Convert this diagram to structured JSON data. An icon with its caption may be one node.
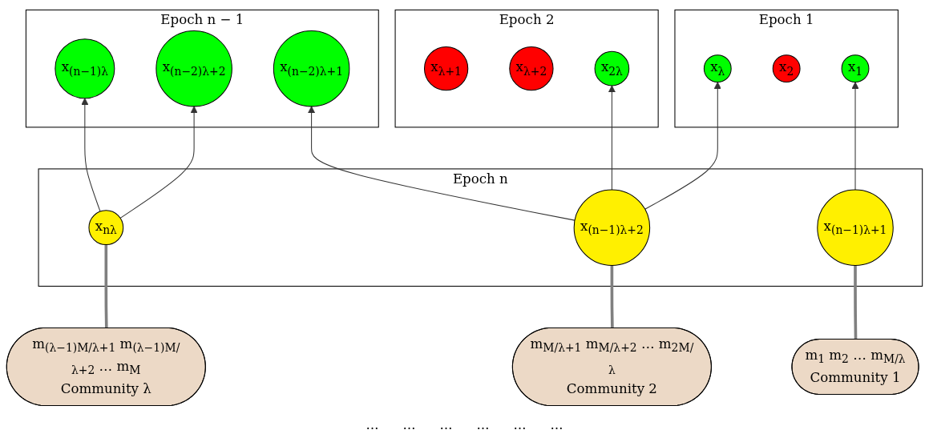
{
  "diagram": {
    "nodes": [
      {
        "text": [
          "Epoch 1"
        ]
      },
      {
        "text": [
          "x$_{1}$"
        ],
        "in": 0
      },
      {
        "text": [
          "x$_{2}$"
        ],
        "in": 0
      },
      {
        "text": [
          "x$_{λ}$"
        ],
        "in": 0
      },
      {
        "text": [
          "Epoch 2"
        ]
      },
      {
        "text": [
          "x$_{λ+1}$"
        ],
        "in": 4
      },
      {
        "text": [
          "x$_{λ+2}$"
        ],
        "in": 4
      },
      {
        "text": [
          "x$_{2λ}$"
        ],
        "in": 4
      },
      {
        "text": [
          "Epoch n − 1"
        ]
      },
      {
        "text": [
          "x$_{(n−2)λ+1}$"
        ],
        "in": 8
      },
      {
        "text": [
          "x$_{(n−2)λ+2}$"
        ],
        "in": 8
      },
      {
        "text": [
          "x$_{(n−1)λ}$"
        ],
        "in": 8
      },
      {
        "text": [
          "Epoch n"
        ]
      },
      {
        "text": [
          "x$_{(n−1)λ+1}$"
        ],
        "in": 12
      },
      {
        "text": [
          "x$_{(n−1)λ+2}$"
        ],
        "in": 12
      },
      {
        "text": [
          "x$_{nλ}$"
        ],
        "in": 12
      },
      {
        "text": [
          "m$_{1}$ m$_{2}$ … m$_{M/λ}$",
          "Community 1"
        ]
      },
      {
        "text": [
          "m$_{M/λ+1}$ m$_{M/λ+2}$ … m$_{2M/λ}$",
          "Community 2"
        ]
      },
      {
        "text": [
          "m$_{(λ−1)M/λ+1}$ m$_{(λ−1)M/λ+2}$ … m$_{M}$",
          "Community λ"
        ]
      }
    ],
    "edges": [
      {
        "from": 13,
        "to": 1,
        "arrow": "to"
      },
      {
        "from": 14,
        "to": 3,
        "arrow": "to"
      },
      {
        "from": 14,
        "to": 7,
        "arrow": "to"
      },
      {
        "from": 14,
        "to": 9,
        "arrow": "to"
      },
      {
        "from": 15,
        "to": 10,
        "arrow": "to"
      },
      {
        "from": 15,
        "to": 11,
        "arrow": "to"
      },
      {
        "from": 16,
        "to": 13,
        "arrow": "none",
        "style": "thick",
        "color": "#808080"
      },
      {
        "from": 17,
        "to": 14,
        "arrow": "none",
        "style": "thick",
        "color": "#808080"
      },
      {
        "from": 18,
        "to": 15,
        "arrow": "none",
        "style": "thick",
        "color": "#808080"
      }
    ],
    "labels": [
      "…",
      "…",
      "…",
      "…",
      "…",
      "…"
    ]
  }
}
